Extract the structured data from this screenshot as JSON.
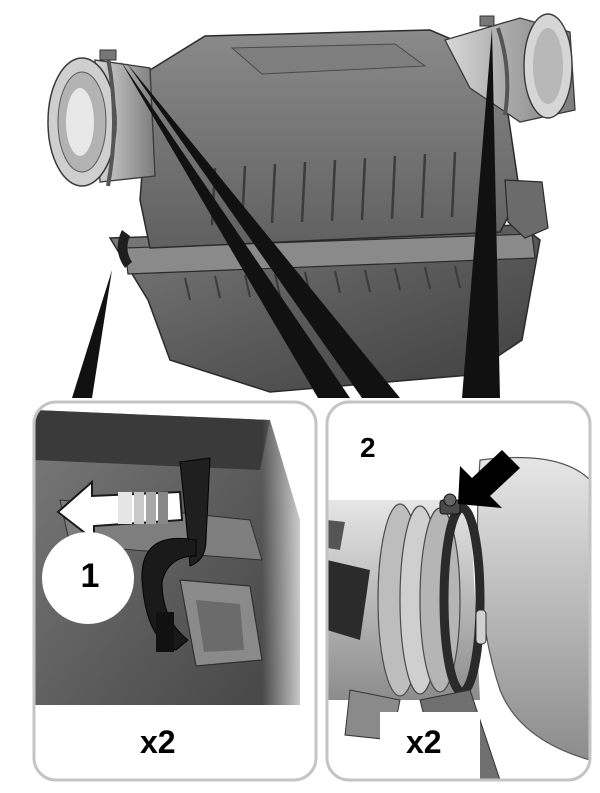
{
  "callouts": {
    "step_1": "1",
    "step_2": "2"
  },
  "quantities": {
    "left_panel": "x2",
    "right_panel": "x2"
  },
  "icons": [
    "air-filter-housing",
    "hose-clamp",
    "latch-strap",
    "press-arrow",
    "pull-arrow"
  ],
  "colors": {
    "housing": "#5a5a5a",
    "panel_border": "#c4c4c4",
    "leader": "#111111"
  }
}
